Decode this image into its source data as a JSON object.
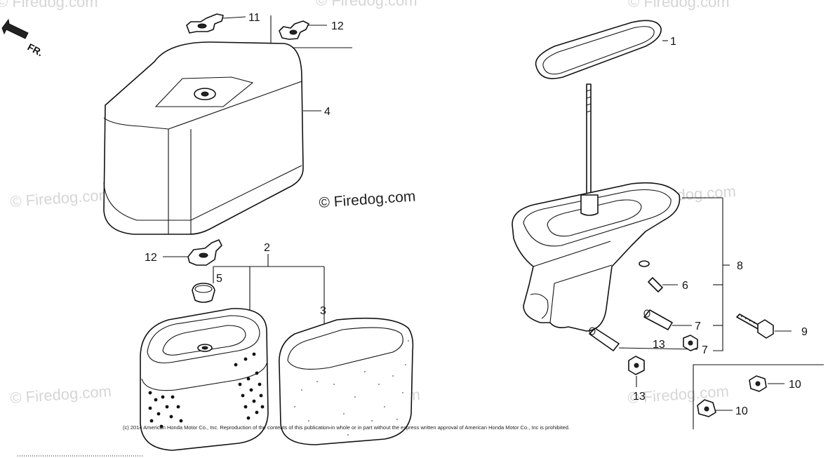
{
  "watermark": {
    "text": "© Firedog.com"
  },
  "direction_label": "FR.",
  "callouts": [
    "1",
    "2",
    "3",
    "4",
    "5",
    "6",
    "7",
    "7",
    "8",
    "9",
    "10",
    "10",
    "11",
    "12",
    "12",
    "13",
    "13"
  ],
  "copyright": "(c) 2014 American Honda Motor Co., Inc. Reproduction of the contents of this publication in whole or in part without the express written approval of American Honda Motor Co., Inc is prohibited."
}
